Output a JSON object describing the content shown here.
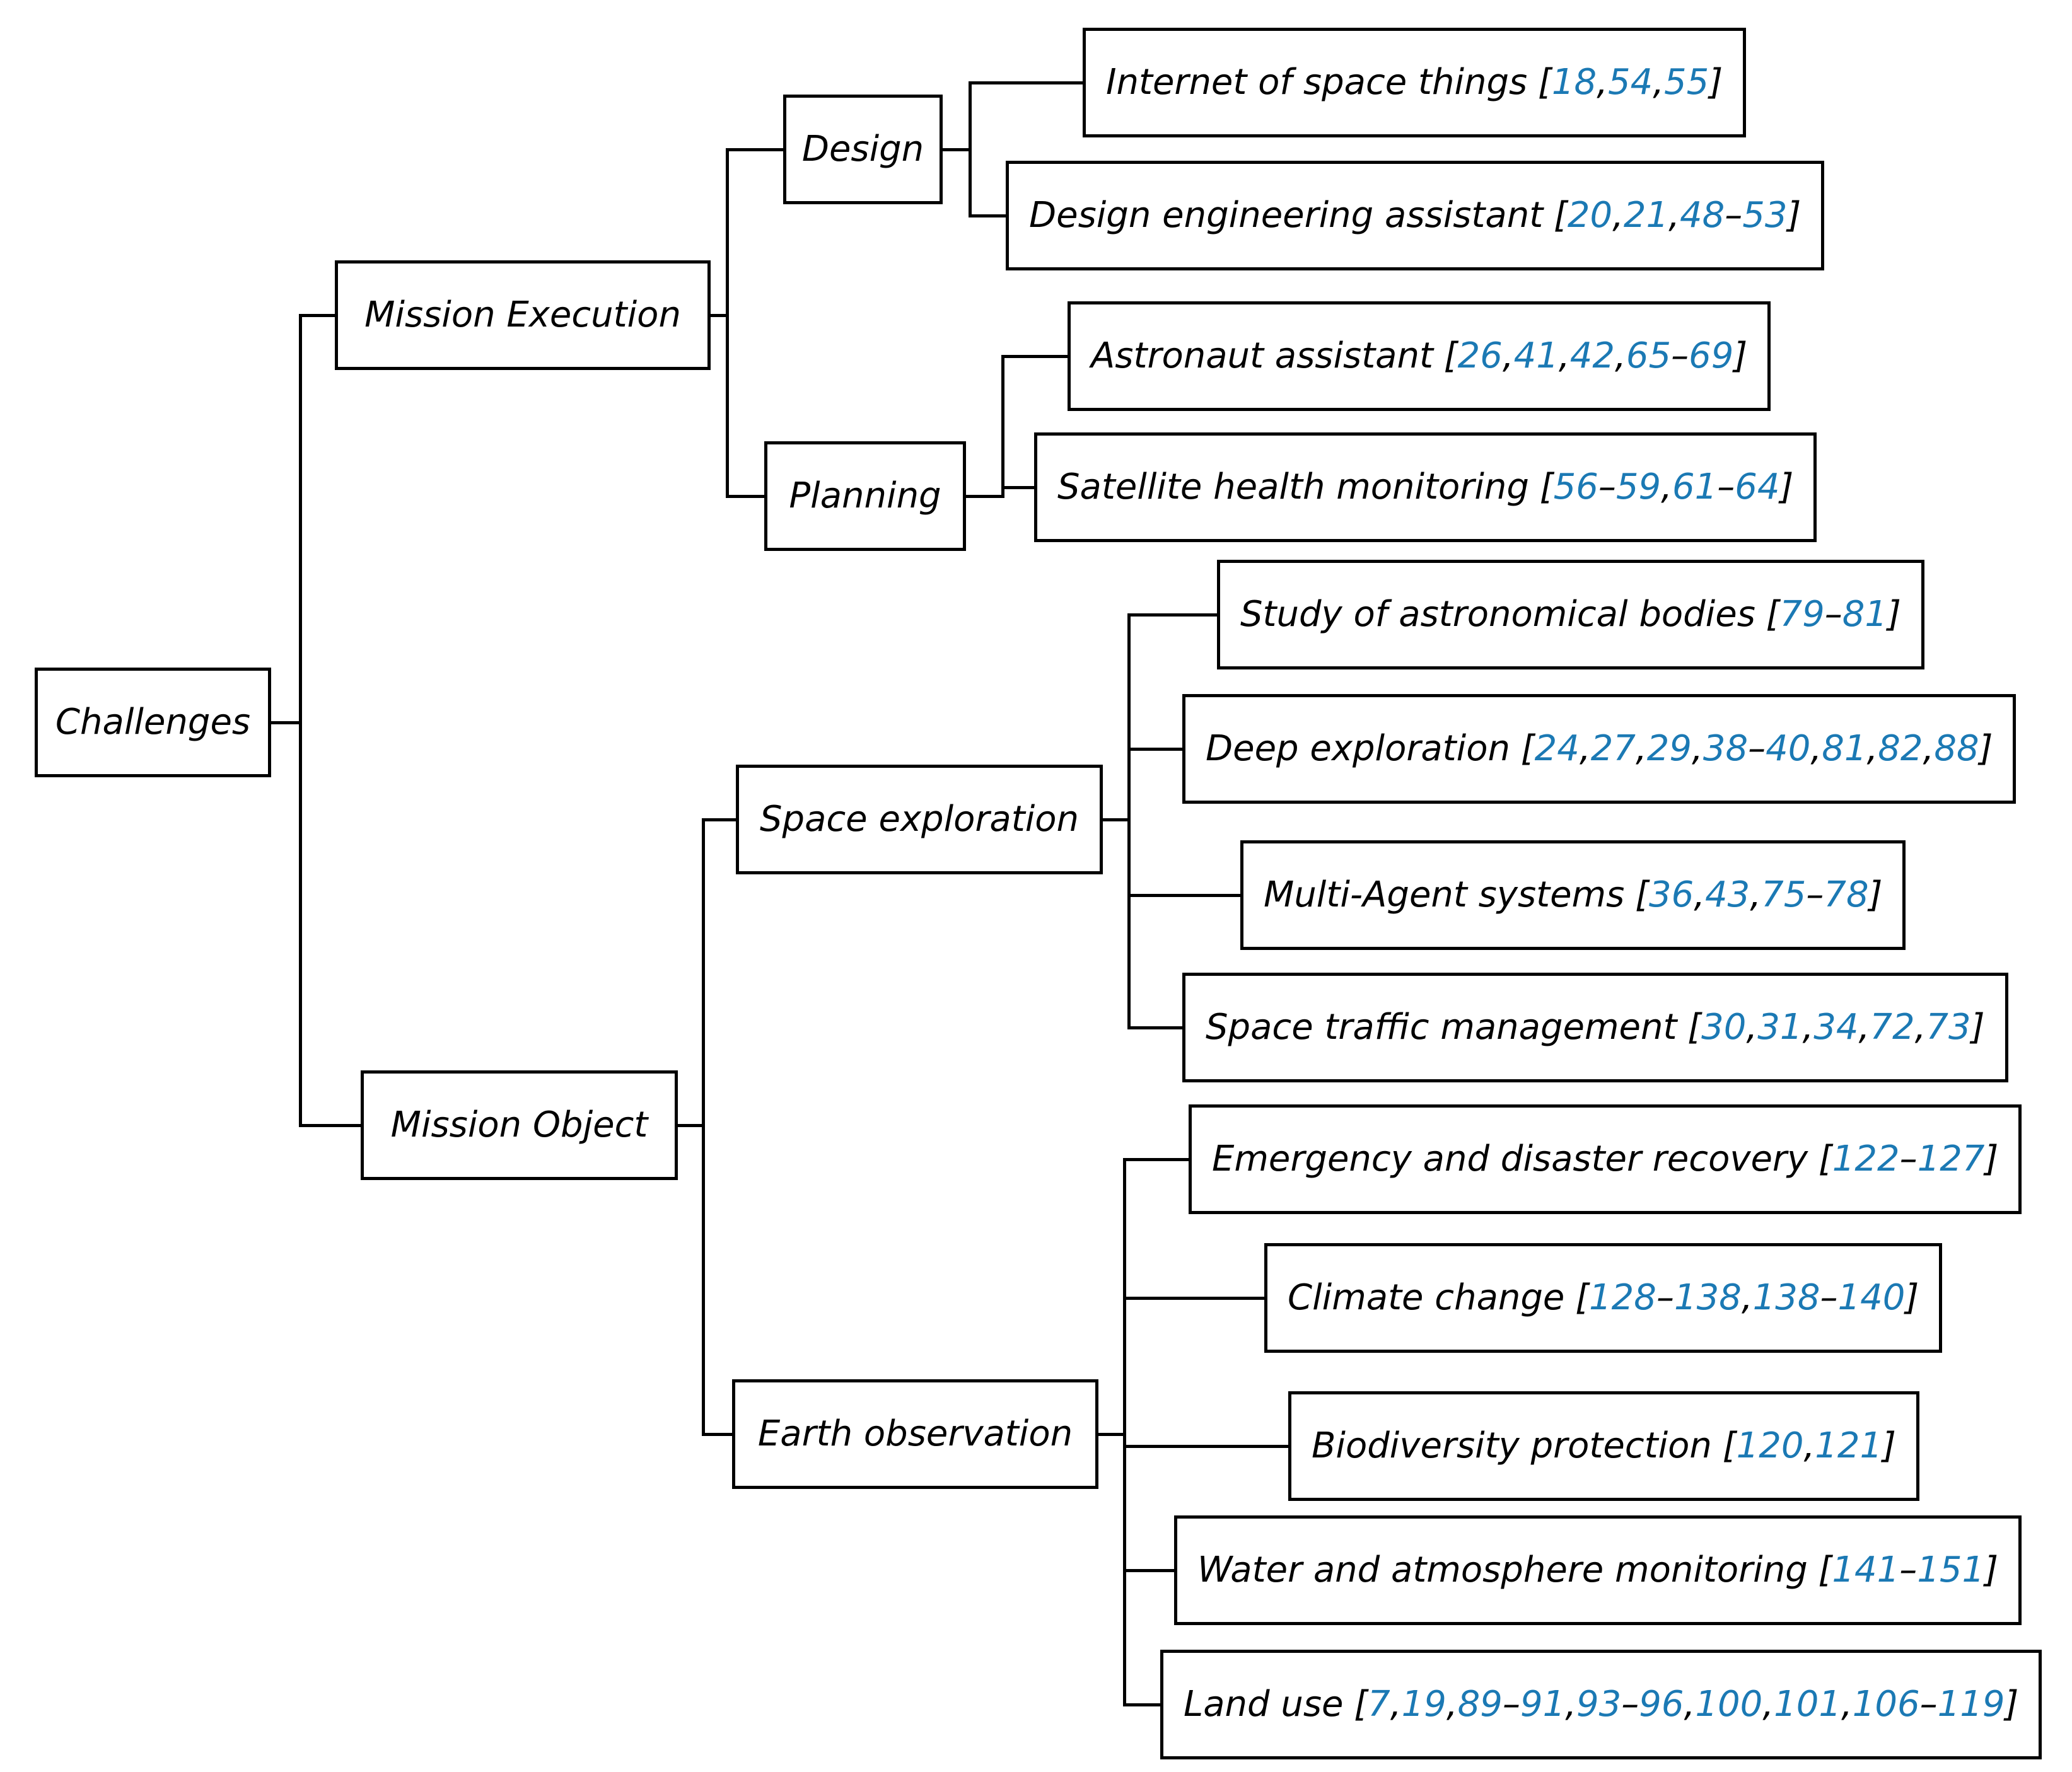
{
  "diagram_type": "taxonomy-tree",
  "colors": {
    "citation_link": "#1b79b4",
    "text": "#000000",
    "line": "#000000",
    "background": "#ffffff"
  },
  "nodes": {
    "challenges": {
      "label": "Challenges"
    },
    "mission_execution": {
      "label": "Mission Execution"
    },
    "design": {
      "label": "Design"
    },
    "planning": {
      "label": "Planning"
    },
    "mission_object": {
      "label": "Mission Object"
    },
    "space_exploration": {
      "label": "Space exploration"
    },
    "earth_observation": {
      "label": "Earth observation"
    },
    "iost": {
      "label": "Internet of space things",
      "cite": "[18,54,55]"
    },
    "dea": {
      "label": "Design engineering assistant",
      "cite": "[20,21,48–53]"
    },
    "aa": {
      "label": "Astronaut assistant",
      "cite": "[26,41,42,65–69]"
    },
    "shm": {
      "label": "Satellite health monitoring",
      "cite": "[56–59,61–64]"
    },
    "sab": {
      "label": "Study of astronomical bodies",
      "cite": "[79–81]"
    },
    "de": {
      "label": "Deep exploration",
      "cite": "[24,27,29,38–40,81,82,88]"
    },
    "mas": {
      "label": "Multi-Agent systems",
      "cite": "[36,43,75–78]"
    },
    "stm": {
      "label": "Space traffic management",
      "cite": "[30,31,34,72,73]"
    },
    "edr": {
      "label": "Emergency and disaster recovery",
      "cite": "[122–127]"
    },
    "cc": {
      "label": "Climate change",
      "cite": "[128–138,138–140]"
    },
    "bp": {
      "label": "Biodiversity protection",
      "cite": "[120,121]"
    },
    "wam": {
      "label": "Water and atmosphere monitoring",
      "cite": "[141–151]"
    },
    "lu": {
      "label": "Land use",
      "cite": "[7,19,89–91,93–96,100,101,106–119]"
    }
  },
  "hierarchy": {
    "challenges": [
      "mission_execution",
      "mission_object"
    ],
    "mission_execution": [
      "design",
      "planning"
    ],
    "design": [
      "iost",
      "dea"
    ],
    "planning": [
      "aa",
      "shm"
    ],
    "mission_object": [
      "space_exploration",
      "earth_observation"
    ],
    "space_exploration": [
      "sab",
      "de",
      "mas",
      "stm"
    ],
    "earth_observation": [
      "edr",
      "cc",
      "bp",
      "wam",
      "lu"
    ]
  }
}
